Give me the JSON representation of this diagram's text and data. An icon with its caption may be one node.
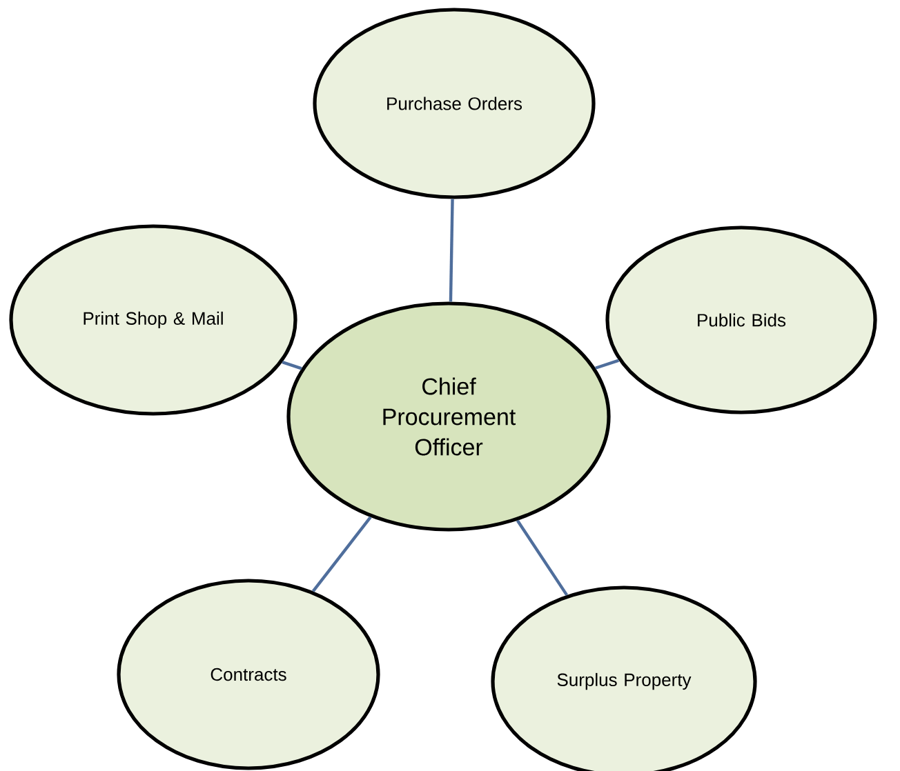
{
  "diagram": {
    "nodes": [
      {
        "text": [
          "Purchase Orders"
        ]
      },
      {
        "text": [
          "Print Shop & Mail"
        ]
      },
      {
        "text": [
          "Public Bids"
        ]
      },
      {
        "text": [
          "Chief Procurement Officer"
        ]
      },
      {
        "text": [
          "Contracts"
        ]
      },
      {
        "text": [
          "Surplus Property"
        ]
      }
    ],
    "edges": [
      {
        "from": 3,
        "to": 0,
        "arrow": "none"
      },
      {
        "from": 3,
        "to": 1,
        "arrow": "none"
      },
      {
        "from": 3,
        "to": 2,
        "arrow": "none"
      },
      {
        "from": 3,
        "to": 4,
        "arrow": "none"
      },
      {
        "from": 3,
        "to": 5,
        "arrow": "none"
      }
    ]
  }
}
